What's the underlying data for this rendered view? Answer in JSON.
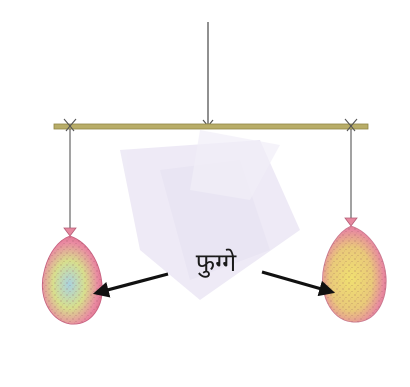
{
  "label": {
    "text": "फुग्गे"
  },
  "colors": {
    "rod": "#b8ad68",
    "string": "#555555",
    "arrow": "#111111",
    "paper_wash": "#c7bde0",
    "balloon_pink": "#ea7f9a",
    "balloon_yellow": "#e8d86a",
    "balloon_blue": "#9ec9d8"
  },
  "icons": [
    "balloon",
    "balloon",
    "arrow",
    "arrow"
  ]
}
